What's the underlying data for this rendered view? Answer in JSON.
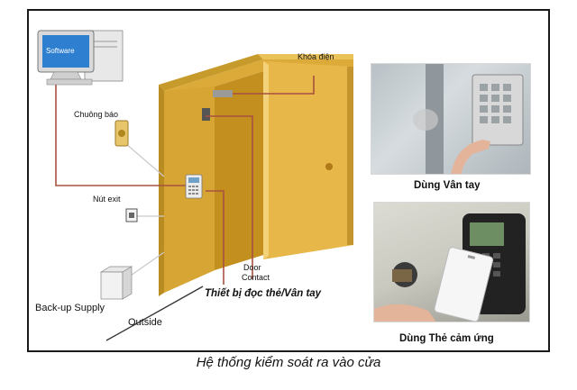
{
  "labels": {
    "software": "Software",
    "chuong_bao": "Chuông báo",
    "nut_exit": "Nút exit",
    "backup_supply": "Back-up Supply",
    "outside": "Outside",
    "khoa_dien": "Khóa điện",
    "door_contact_line1": "Door",
    "door_contact_line2": "Contact",
    "reader": "Thiết bị đọc thẻ/Vân tay",
    "fingerprint": "Dùng Vân tay",
    "card": "Dùng Thẻ cảm ứng"
  },
  "caption": "Hệ thống kiểm soát ra vào cửa",
  "colors": {
    "door_frame": "#d8a934",
    "door_leaf": "#e8b94a",
    "wire": "#a8513f",
    "frame_border": "#1a1a1a"
  }
}
